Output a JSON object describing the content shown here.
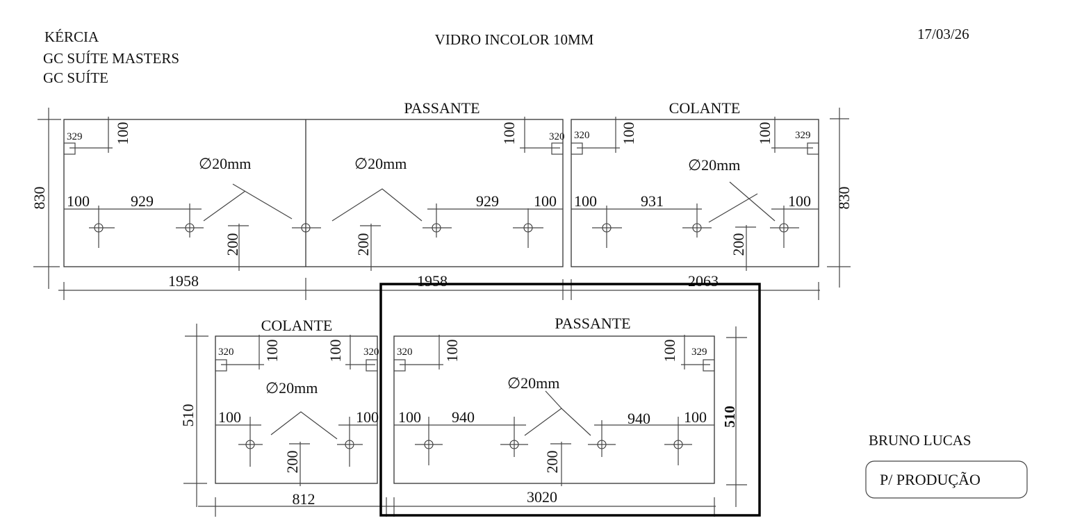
{
  "header": {
    "client_lines": [
      "KÉRCIA",
      "GC SUÍTE MASTERS",
      "GC SUÍTE"
    ],
    "material": "VIDRO INCOLOR 10MM",
    "date": "17/03/26"
  },
  "top_row": {
    "height_left": "830",
    "height_right": "830",
    "panel_a": {
      "top_offset": "329",
      "top_dim": "100",
      "diameter": "∅20mm",
      "edge": "100",
      "spacing": "929",
      "bottom": "200",
      "width": "1958"
    },
    "panel_b": {
      "label": "PASSANTE",
      "top_offset": "320",
      "top_dim": "100",
      "diameter": "∅20mm",
      "edge": "100",
      "spacing": "929",
      "bottom": "200",
      "width": "1958"
    },
    "panel_c": {
      "label": "COLANTE",
      "top_offset_left": "320",
      "top_dim_left": "100",
      "top_dim_right": "100",
      "top_offset_right": "329",
      "diameter": "∅20mm",
      "edge_left": "100",
      "spacing": "931",
      "edge_right": "100",
      "bottom": "200",
      "width": "2063"
    }
  },
  "bottom_row": {
    "height_left": "510",
    "height_right": "510",
    "panel_d": {
      "label": "COLANTE",
      "top_offset_left": "320",
      "top_dim_left": "100",
      "top_dim_right": "100",
      "top_offset_right": "320",
      "diameter": "∅20mm",
      "edge_left": "100",
      "edge_right": "100",
      "bottom": "200",
      "width": "812"
    },
    "panel_e": {
      "label": "PASSANTE",
      "top_offset_left": "320",
      "top_dim_left": "100",
      "top_dim_right": "100",
      "top_offset_right": "329",
      "diameter": "∅20mm",
      "edge_left": "100",
      "spacing_left": "940",
      "spacing_right": "940",
      "edge_right": "100",
      "bottom": "200",
      "width": "3020"
    }
  },
  "footer": {
    "author": "BRUNO LUCAS",
    "status_label": "P/ PRODUÇÃO"
  }
}
